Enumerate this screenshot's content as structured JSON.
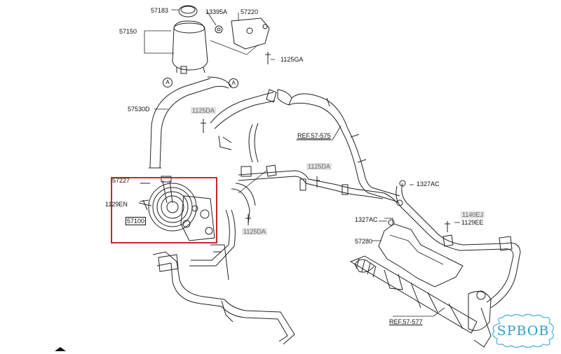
{
  "labels": {
    "p57183": "57183",
    "p13395A": "13395A",
    "p57220": "57220",
    "p57150": "57150",
    "p1125GA": "1125GA",
    "a1": "A",
    "a2": "A",
    "p57530D": "57530D",
    "p1125DA_1": "1125DA",
    "ref575": "REF.57-575",
    "p1125DA_2": "1125DA",
    "p57227": "57227",
    "p1129EN": "1129EN",
    "p57100": "57100",
    "p1125DA_3": "1125DA",
    "p1327AC_1": "1327AC",
    "p1140EJ": "1140EJ",
    "p1129EE": "1129EE",
    "p1327AC_2": "1327AC",
    "p57280": "57280",
    "ref577": "REF.57-577"
  },
  "logo": {
    "text": "SPBOB",
    "color": "#2f9fc9"
  },
  "colors": {
    "highlight": "#c8282b",
    "line": "#222222",
    "gray_label_bg": "#e3e3e3"
  }
}
